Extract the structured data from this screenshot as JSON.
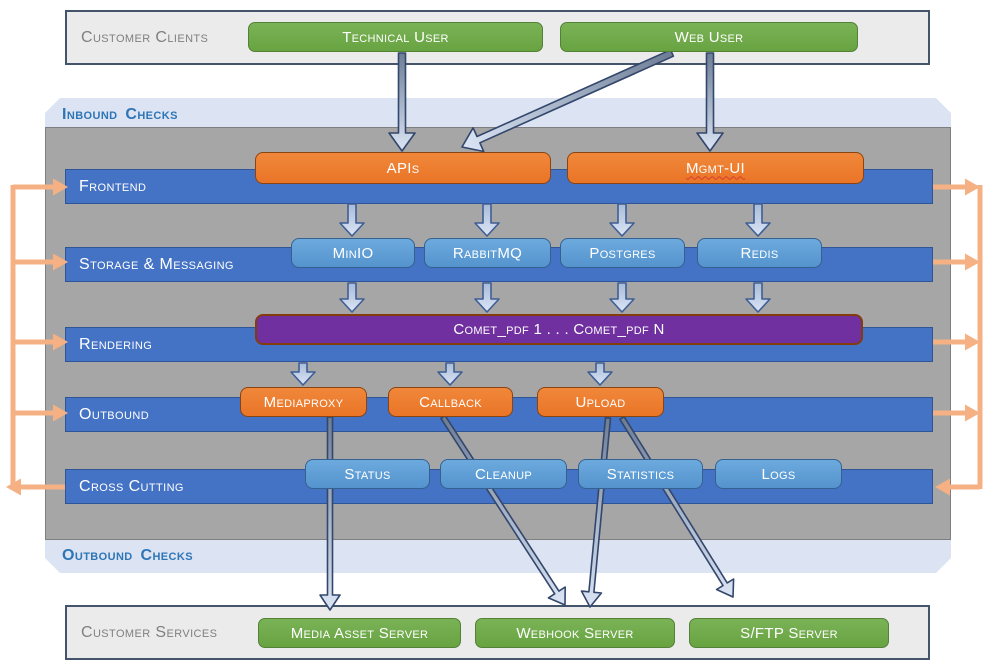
{
  "clients": {
    "label": "Customer Clients",
    "technical": "Technical User",
    "web": "Web User"
  },
  "checks": {
    "inbound": "Inbound Checks",
    "outbound": "Outbound Checks"
  },
  "layers": [
    {
      "name": "Frontend",
      "boxes": [
        "APIs",
        "Mgmt-UI"
      ]
    },
    {
      "name": "Storage & Messaging",
      "boxes": [
        "MinIO",
        "RabbitMQ",
        "Postgres",
        "Redis"
      ]
    },
    {
      "name": "Rendering",
      "boxes": [
        "Comet_pdf 1  .  .  .  Comet_pdf N"
      ]
    },
    {
      "name": "Outbound",
      "boxes": [
        "Mediaproxy",
        "Callback",
        "Upload"
      ]
    },
    {
      "name": "Cross Cutting",
      "boxes": [
        "Status",
        "Cleanup",
        "Statistics",
        "Logs"
      ]
    }
  ],
  "services": {
    "label": "Customer Services",
    "items": [
      "Media Asset Server",
      "Webhook Server",
      "S/FTP Server"
    ]
  },
  "connections": [
    "Technical User -> APIs",
    "Web User -> APIs",
    "Web User -> Mgmt-UI",
    "Frontend -> MinIO",
    "Frontend -> RabbitMQ",
    "Frontend -> Postgres",
    "Frontend -> Redis",
    "MinIO -> Comet_pdf",
    "RabbitMQ -> Comet_pdf",
    "Postgres -> Comet_pdf",
    "Redis -> Comet_pdf",
    "Rendering -> Mediaproxy",
    "Rendering -> Callback",
    "Rendering -> Upload",
    "Mediaproxy -> Media Asset Server",
    "Callback -> Webhook Server",
    "Upload -> Webhook Server",
    "Upload -> S/FTP Server",
    "Frontend/Storage & Messaging/Rendering/Outbound -> Cross Cutting (right loop)",
    "Cross Cutting -> Frontend/Storage & Messaging/Rendering/Outbound (left loop)"
  ],
  "colors": {
    "row_bar": "#4472c4",
    "row_bar_border": "#2f5597",
    "node_blue": "#5b9bd5",
    "node_blue_border": "#35618f",
    "node_orange": "#ed7d31",
    "node_orange_border": "#8a4412",
    "node_purple": "#7030a0",
    "node_purple_border": "#843c0c",
    "node_green": "#70ad47",
    "node_green_border": "#538135",
    "panel_gray": "#a6a6a6",
    "panel_gray_border": "#7f7f7f",
    "band_blue": "#dce4f4",
    "band_text": "#2e75b6",
    "client_panel": "#ebebeb",
    "client_border": "#44546a",
    "client_text": "#7f7f7f",
    "connector_orange": "#f5b183",
    "arrow_fill_light": "#dbe5f5",
    "arrow_fill_mid": "#a9bbd8",
    "arrow_fill_dark": "#6d7d95",
    "arrow_stroke": "#3f5e94",
    "arrow_stroke_dark": "#33466b"
  }
}
